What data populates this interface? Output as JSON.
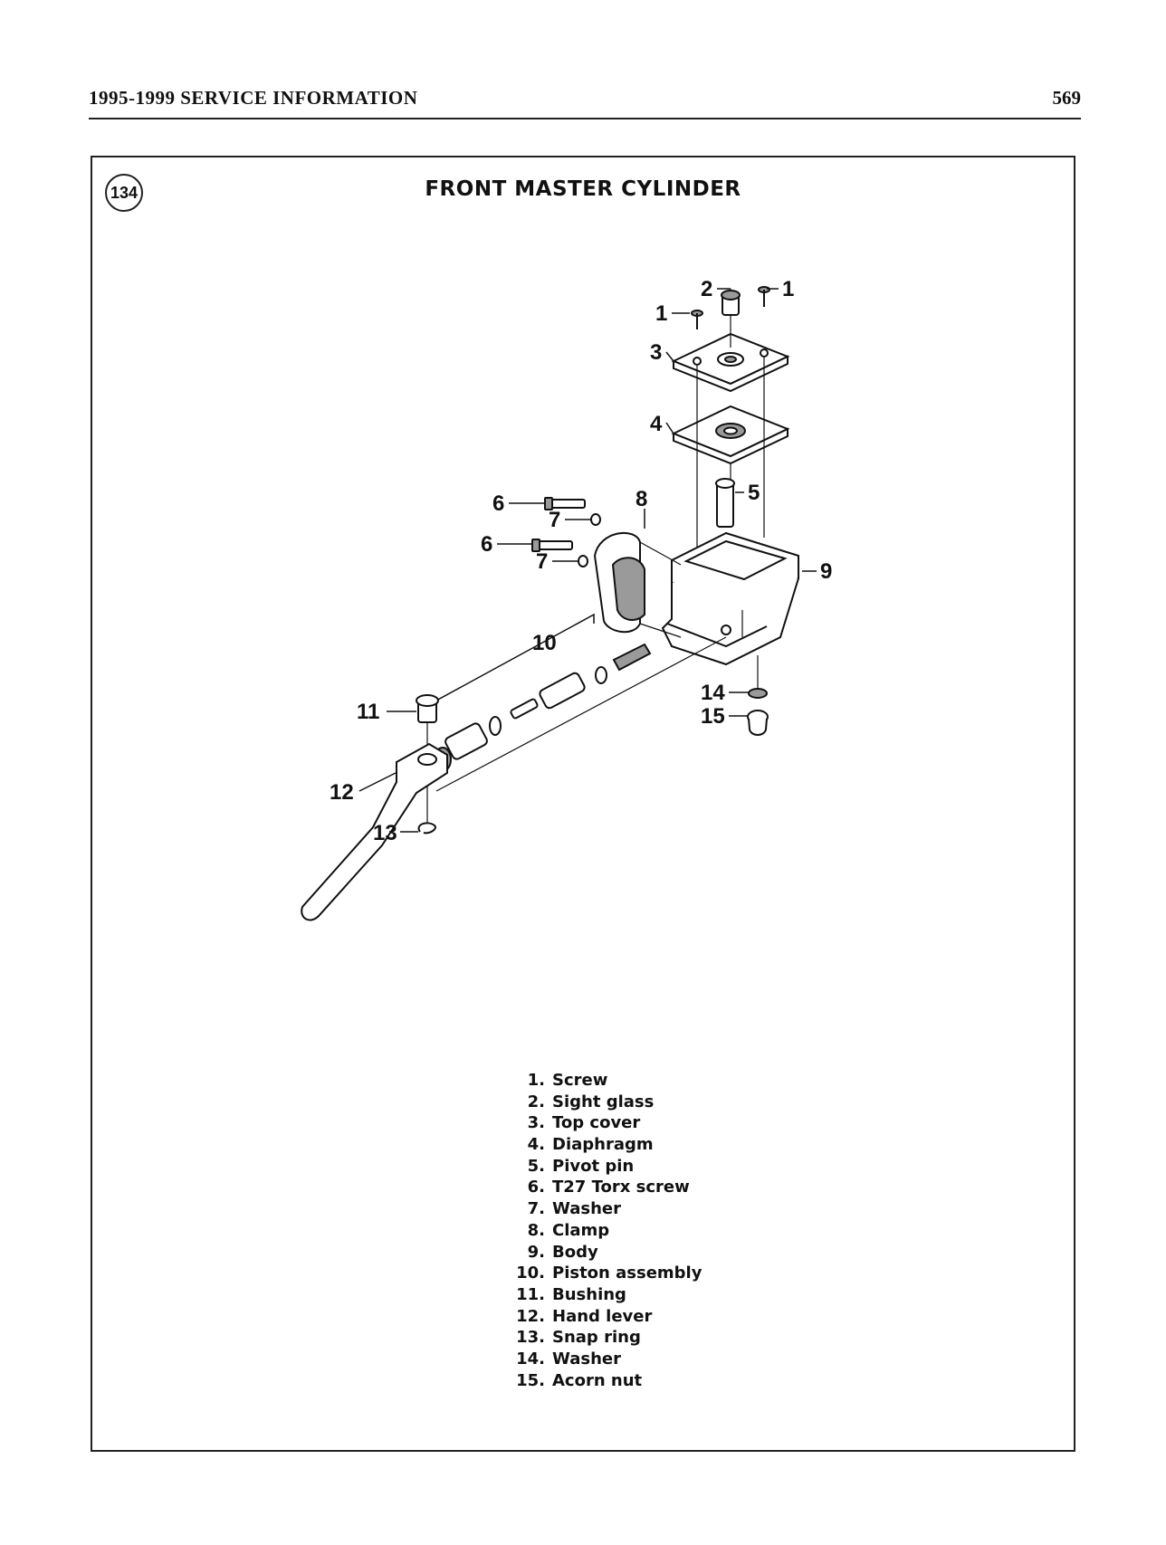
{
  "header": {
    "title": "1995-1999 SERVICE INFORMATION",
    "page_number": "569"
  },
  "figure": {
    "number": "134",
    "title": "FRONT MASTER CYLINDER",
    "callouts": [
      "1",
      "1",
      "2",
      "3",
      "4",
      "5",
      "6",
      "6",
      "7",
      "7",
      "8",
      "9",
      "10",
      "11",
      "12",
      "13",
      "14",
      "15"
    ]
  },
  "legend": [
    {
      "num": "1.",
      "label": "Screw"
    },
    {
      "num": "2.",
      "label": "Sight glass"
    },
    {
      "num": "3.",
      "label": "Top cover"
    },
    {
      "num": "4.",
      "label": "Diaphragm"
    },
    {
      "num": "5.",
      "label": "Pivot pin"
    },
    {
      "num": "6.",
      "label": "T27 Torx screw"
    },
    {
      "num": "7.",
      "label": "Washer"
    },
    {
      "num": "8.",
      "label": "Clamp"
    },
    {
      "num": "9.",
      "label": "Body"
    },
    {
      "num": "10.",
      "label": "Piston assembly"
    },
    {
      "num": "11.",
      "label": "Bushing"
    },
    {
      "num": "12.",
      "label": "Hand lever"
    },
    {
      "num": "13.",
      "label": "Snap ring"
    },
    {
      "num": "14.",
      "label": "Washer"
    },
    {
      "num": "15.",
      "label": "Acorn nut"
    }
  ]
}
